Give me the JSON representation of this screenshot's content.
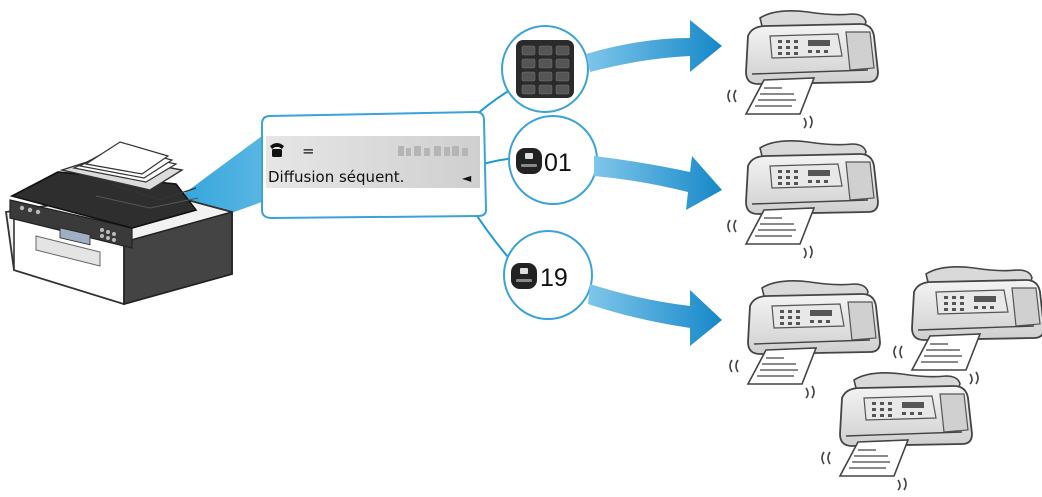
{
  "display": {
    "line1_symbol": "=",
    "line2_text": "Diffusion séquent.",
    "cursor_symbol": "◄"
  },
  "destinations": {
    "coded_dial_1": "01",
    "coded_dial_2": "19"
  },
  "colors": {
    "accent_blue": "#1a9ad6",
    "panel_border": "#3aa3d8",
    "lcd_background": "#dcdcdc"
  },
  "icons": [
    "multifunction-printer-icon",
    "telephone-icon",
    "numeric-keypad-icon",
    "coded-dial-button-icon",
    "fax-machine-icon"
  ]
}
